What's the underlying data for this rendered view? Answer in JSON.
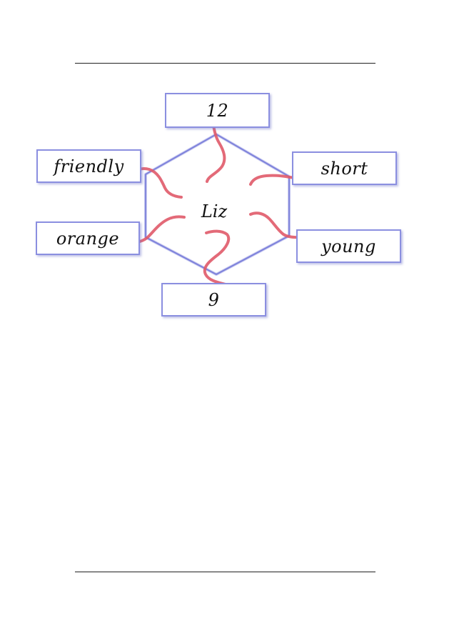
{
  "diagram": {
    "center": "Liz",
    "boxes": {
      "top": "12",
      "left_upper": "friendly",
      "left_lower": "orange",
      "right_upper": "short",
      "right_lower": "young",
      "bottom": "9"
    }
  },
  "colors": {
    "box_border": "#8b8fe0",
    "hexagon_stroke": "#8b8fe0",
    "connector": "#e05a6a",
    "rule": "#222222"
  }
}
